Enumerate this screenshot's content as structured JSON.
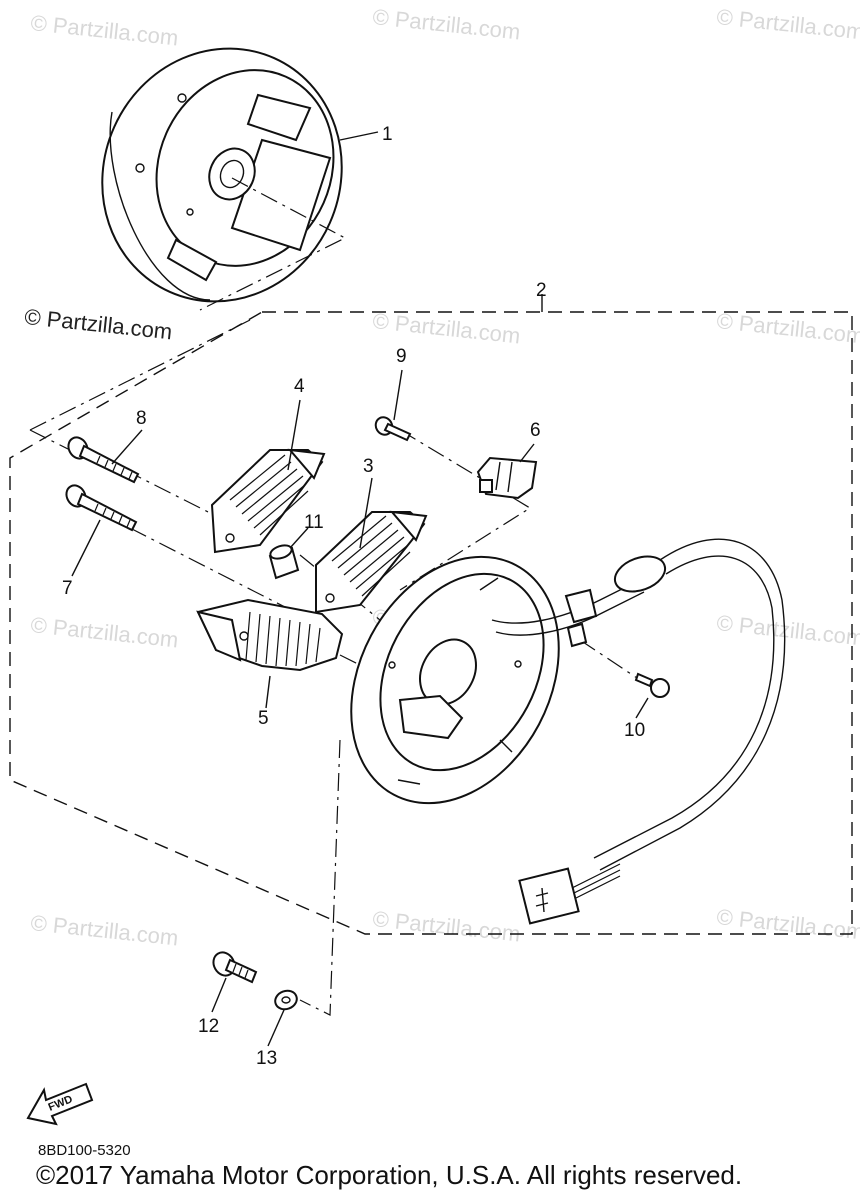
{
  "diagram": {
    "watermark_text": "© Partzilla.com",
    "partzilla_tag": "© Partzilla.com",
    "fwd_label": "FWD",
    "callouts": [
      {
        "id": "1",
        "label": "1"
      },
      {
        "id": "2",
        "label": "2"
      },
      {
        "id": "3",
        "label": "3"
      },
      {
        "id": "4",
        "label": "4"
      },
      {
        "id": "5",
        "label": "5"
      },
      {
        "id": "6",
        "label": "6"
      },
      {
        "id": "7",
        "label": "7"
      },
      {
        "id": "8",
        "label": "8"
      },
      {
        "id": "9",
        "label": "9"
      },
      {
        "id": "10",
        "label": "10"
      },
      {
        "id": "11",
        "label": "11"
      },
      {
        "id": "12",
        "label": "12"
      },
      {
        "id": "13",
        "label": "13"
      }
    ],
    "diagram_code": "8BD100-5320",
    "copyright": "©2017 Yamaha Motor Corporation, U.S.A. All rights reserved."
  }
}
